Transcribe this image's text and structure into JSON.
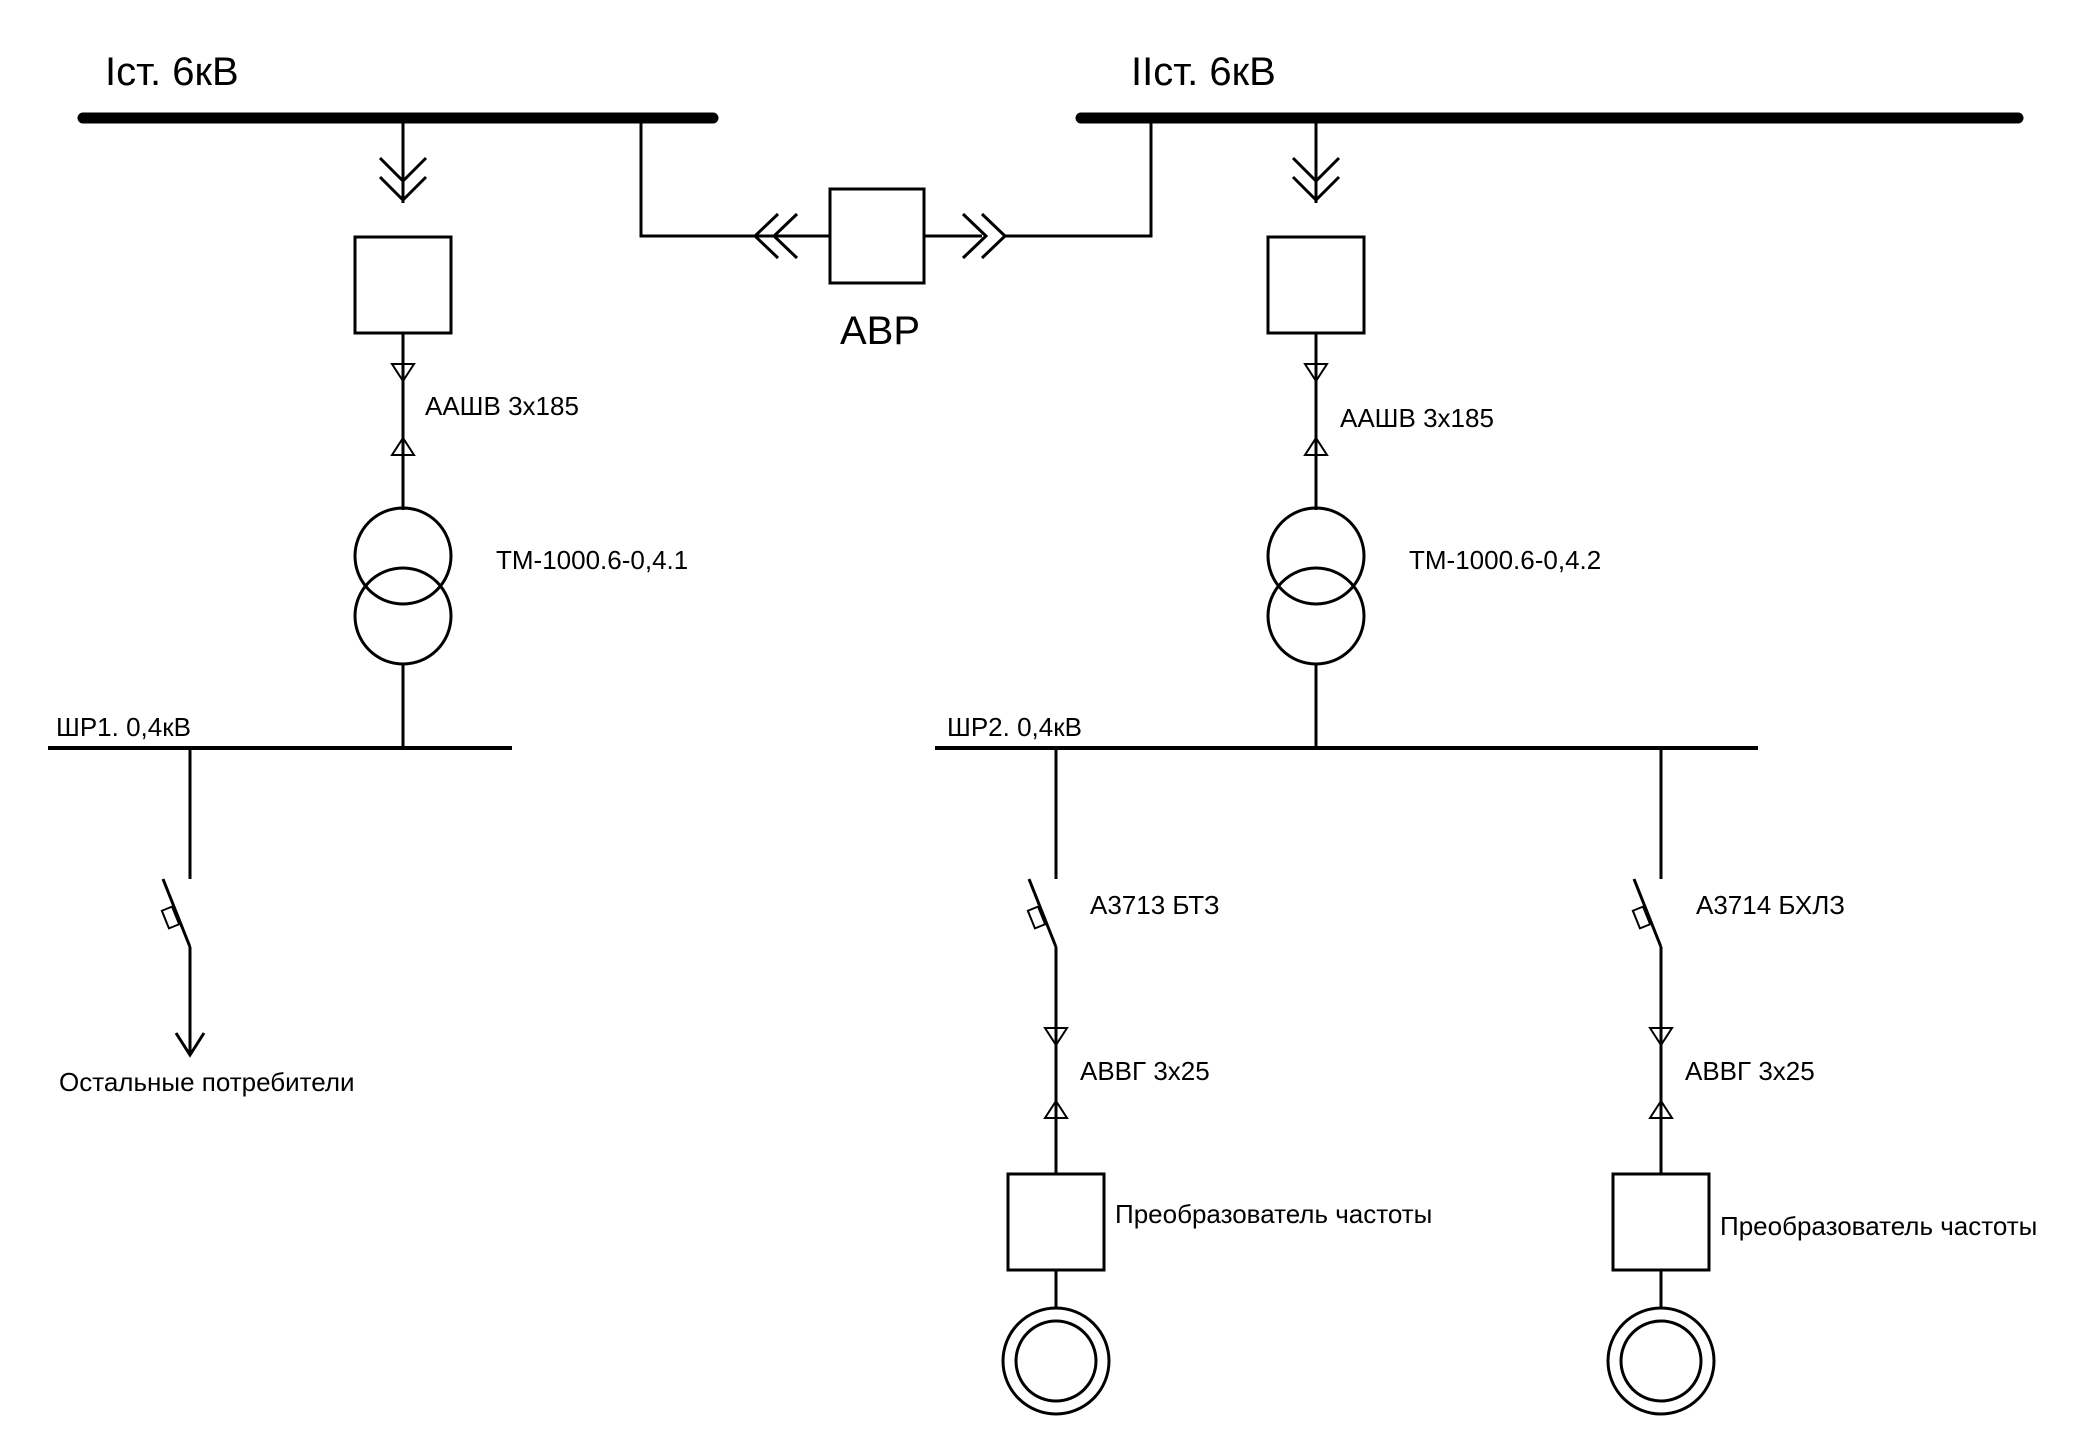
{
  "buses": {
    "bus1_label": "Iст. 6кВ",
    "bus2_label": "IIст. 6кВ",
    "sw1_label": "ШР1. 0,4кВ",
    "sw2_label": "ШР2. 0,4кВ"
  },
  "avr": {
    "label": "АВР"
  },
  "left_branch": {
    "cable_label": "ААШВ 3х185",
    "transformer_label": "ТМ-1000.6-0,4.1",
    "consumer_label": "Остальные потребители"
  },
  "right_branch": {
    "cable_label": "ААШВ 3х185",
    "transformer_label": "ТМ-1000.6-0,4.2"
  },
  "feeder_1": {
    "breaker_label": "А3713 БТЗ",
    "cable_label": "АВВГ 3х25",
    "converter_label": "Преобразователь частоты"
  },
  "feeder_2": {
    "breaker_label": "А3714 БХЛЗ",
    "cable_label": "АВВГ 3х25",
    "converter_label": "Преобразователь частоты"
  }
}
